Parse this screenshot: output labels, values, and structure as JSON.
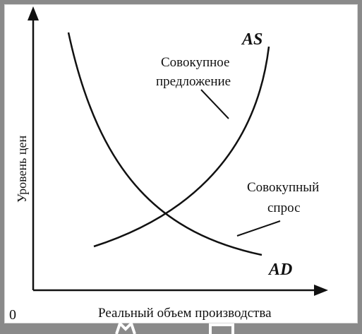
{
  "diagram": {
    "y_axis_label": "Уровень цен",
    "x_axis_label": "Реальный объем производства",
    "origin_label": "0",
    "curve_as_symbol": "AS",
    "curve_ad_symbol": "AD",
    "as_caption": [
      "Совокупное",
      "предложение"
    ],
    "ad_caption": [
      "Совокупный",
      "спрос"
    ]
  },
  "colors": {
    "frame": "#8a8a8a",
    "background": "#ffffff",
    "ink": "#111111"
  }
}
